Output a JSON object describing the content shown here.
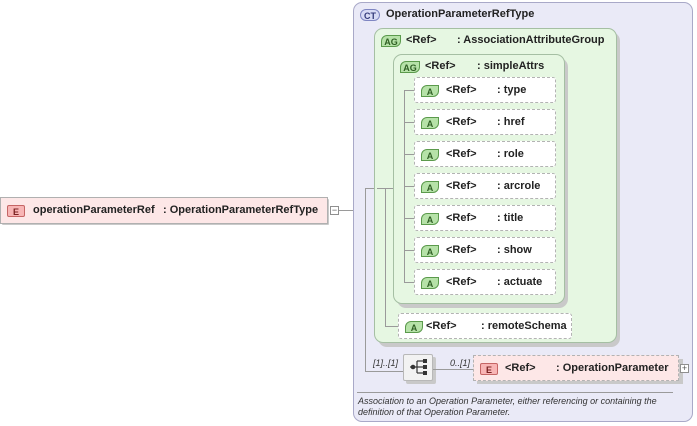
{
  "root_element": {
    "badge": "E",
    "name": "operationParameterRef",
    "type": ": OperationParameterRefType"
  },
  "complex_type": {
    "badge": "CT",
    "name": "OperationParameterRefType"
  },
  "attribute_group_outer": {
    "badge": "AG",
    "ref": "<Ref>",
    "name": ": AssociationAttributeGroup"
  },
  "attribute_group_inner": {
    "badge": "AG",
    "ref": "<Ref>",
    "name": ": simpleAttrs"
  },
  "attributes": [
    {
      "badge": "A",
      "ref": "<Ref>",
      "name": ": type"
    },
    {
      "badge": "A",
      "ref": "<Ref>",
      "name": ": href"
    },
    {
      "badge": "A",
      "ref": "<Ref>",
      "name": ": role"
    },
    {
      "badge": "A",
      "ref": "<Ref>",
      "name": ": arcrole"
    },
    {
      "badge": "A",
      "ref": "<Ref>",
      "name": ": title"
    },
    {
      "badge": "A",
      "ref": "<Ref>",
      "name": ": show"
    },
    {
      "badge": "A",
      "ref": "<Ref>",
      "name": ": actuate"
    }
  ],
  "remote_schema": {
    "badge": "A",
    "ref": "<Ref>",
    "name": ": remoteSchema"
  },
  "sequence": {
    "multiplicity_left": "[1]..[1]",
    "multiplicity_right": "0..[1]"
  },
  "child_element": {
    "badge": "E",
    "ref": "<Ref>",
    "name": ": OperationParameter"
  },
  "annotation": "Association to an Operation Parameter, either referencing or containing the definition of that Operation Parameter.",
  "colors": {
    "complex_type_bg": "#eaeaf7",
    "attribute_group_bg": "#e6f7e2",
    "element_bg": "#fde7e7"
  }
}
